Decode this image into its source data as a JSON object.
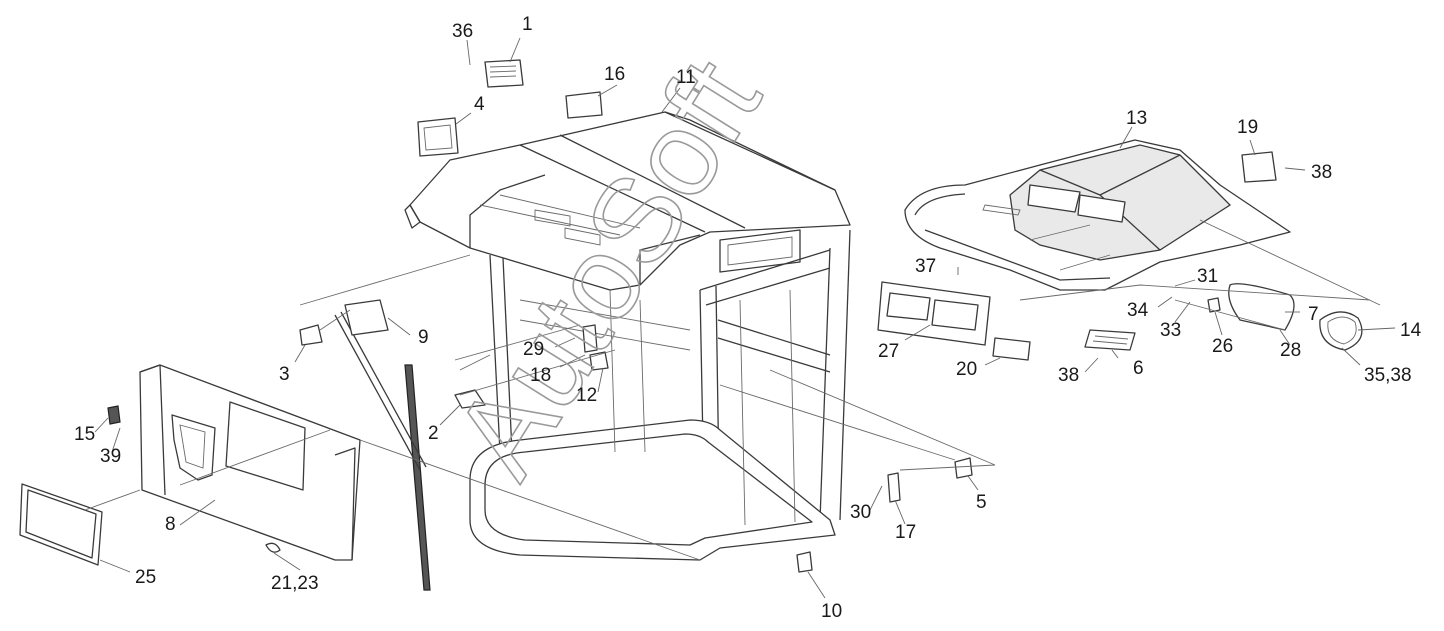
{
  "diagram": {
    "watermark": "AutoSoft",
    "parts": [
      {
        "id": "p1",
        "label": "1"
      },
      {
        "id": "p36",
        "label": "36"
      },
      {
        "id": "p16",
        "label": "16"
      },
      {
        "id": "p11",
        "label": "11"
      },
      {
        "id": "p4",
        "label": "4"
      },
      {
        "id": "p13",
        "label": "13"
      },
      {
        "id": "p19",
        "label": "19"
      },
      {
        "id": "p38a",
        "label": "38"
      },
      {
        "id": "p37",
        "label": "37"
      },
      {
        "id": "p31",
        "label": "31"
      },
      {
        "id": "p34",
        "label": "34"
      },
      {
        "id": "p33",
        "label": "33"
      },
      {
        "id": "p7",
        "label": "7"
      },
      {
        "id": "p14",
        "label": "14"
      },
      {
        "id": "p26",
        "label": "26"
      },
      {
        "id": "p28",
        "label": "28"
      },
      {
        "id": "p27",
        "label": "27"
      },
      {
        "id": "p20",
        "label": "20"
      },
      {
        "id": "p38b",
        "label": "38"
      },
      {
        "id": "p6",
        "label": "6"
      },
      {
        "id": "p3538",
        "label": "35,38"
      },
      {
        "id": "p9",
        "label": "9"
      },
      {
        "id": "p3",
        "label": "3"
      },
      {
        "id": "p29",
        "label": "29"
      },
      {
        "id": "p18",
        "label": "18"
      },
      {
        "id": "p12",
        "label": "12"
      },
      {
        "id": "p2",
        "label": "2"
      },
      {
        "id": "p15",
        "label": "15"
      },
      {
        "id": "p39",
        "label": "39"
      },
      {
        "id": "p8",
        "label": "8"
      },
      {
        "id": "p25",
        "label": "25"
      },
      {
        "id": "p2123",
        "label": "21,23"
      },
      {
        "id": "p30",
        "label": "30"
      },
      {
        "id": "p17",
        "label": "17"
      },
      {
        "id": "p5",
        "label": "5"
      },
      {
        "id": "p10",
        "label": "10"
      }
    ]
  }
}
